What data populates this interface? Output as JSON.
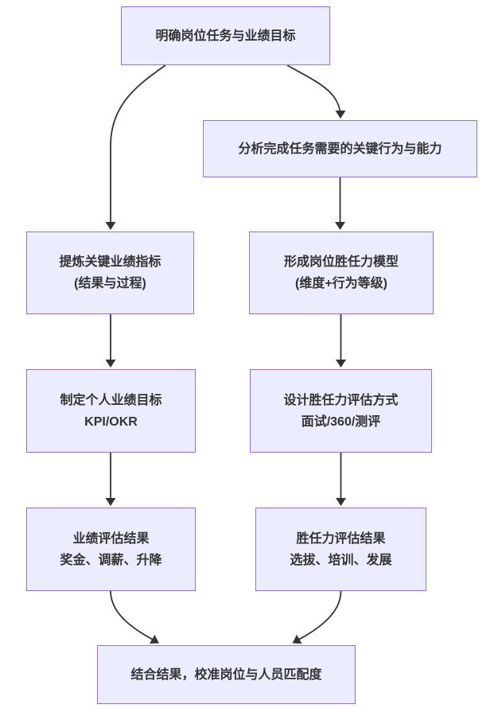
{
  "diagram": {
    "type": "flowchart",
    "direction": "top-down",
    "colors": {
      "background": "#FFFFFF",
      "node_fill": "#ECECFF",
      "node_border": "#9370DB",
      "edge": "#333333",
      "text": "#333333"
    },
    "nodes": {
      "define_goals": {
        "lines": [
          "明确岗位任务与业绩目标"
        ]
      },
      "analyze_behaviors": {
        "lines": [
          "分析完成任务需要的关键行为与能力"
        ]
      },
      "extract_kpi": {
        "lines": [
          "提炼关键业绩指标",
          "(结果与过程)"
        ]
      },
      "competency_model": {
        "lines": [
          "形成岗位胜任力模型",
          "(维度+行为等级)"
        ]
      },
      "personal_goals": {
        "lines": [
          "制定个人业绩目标",
          "KPI/OKR"
        ]
      },
      "assessment_methods": {
        "lines": [
          "设计胜任力评估方式",
          "面试/360/测评"
        ]
      },
      "performance_results": {
        "lines": [
          "业绩评估结果",
          "奖金、调薪、升降"
        ]
      },
      "competency_results": {
        "lines": [
          "胜任力评估结果",
          "选拔、培训、发展"
        ]
      },
      "calibrate": {
        "lines": [
          "结合结果，校准岗位与人员匹配度"
        ]
      }
    },
    "edges": [
      {
        "from": "define_goals",
        "to": "extract_kpi"
      },
      {
        "from": "define_goals",
        "to": "analyze_behaviors"
      },
      {
        "from": "analyze_behaviors",
        "to": "competency_model"
      },
      {
        "from": "extract_kpi",
        "to": "personal_goals"
      },
      {
        "from": "competency_model",
        "to": "assessment_methods"
      },
      {
        "from": "personal_goals",
        "to": "performance_results"
      },
      {
        "from": "assessment_methods",
        "to": "competency_results"
      },
      {
        "from": "performance_results",
        "to": "calibrate"
      },
      {
        "from": "competency_results",
        "to": "calibrate"
      }
    ]
  }
}
